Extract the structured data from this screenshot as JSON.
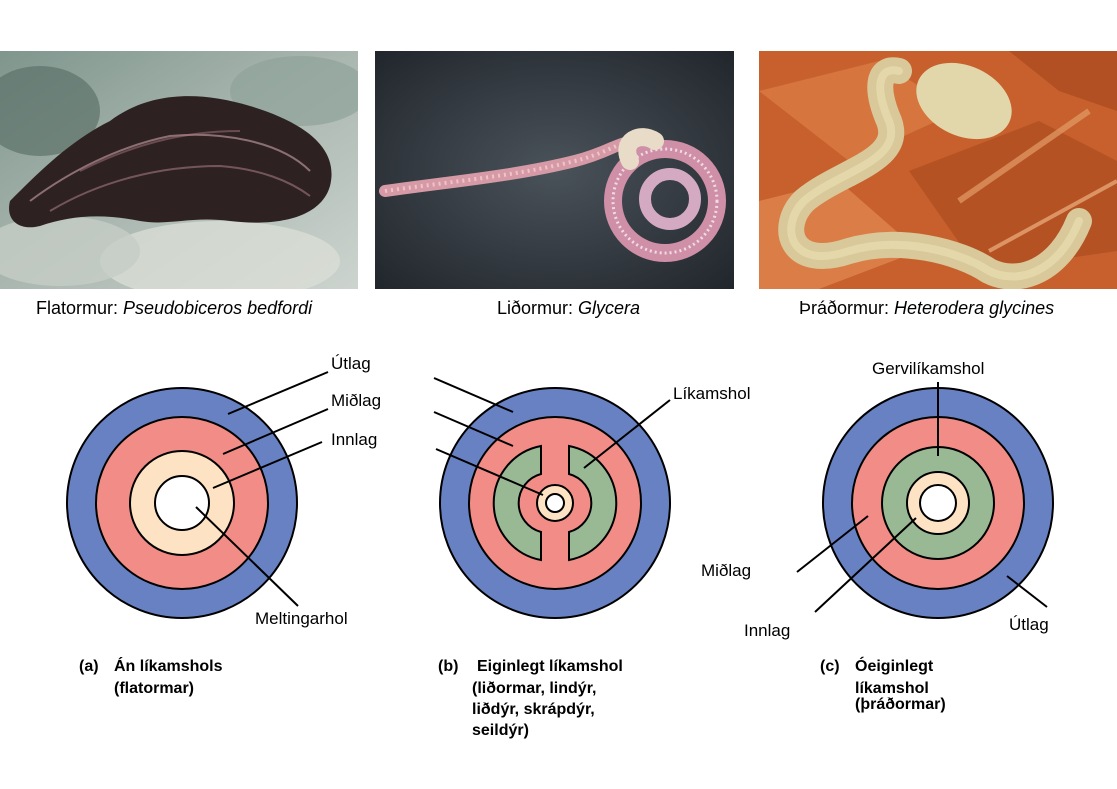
{
  "photos": [
    {
      "caption_prefix": "Flatormur: ",
      "caption_species": "Pseudobiceros bedfordi"
    },
    {
      "caption_prefix": "Liðormur: ",
      "caption_species": "Glycera"
    },
    {
      "caption_prefix": "Þráðormur: ",
      "caption_species": "Heterodera glycines"
    }
  ],
  "colors": {
    "ectoderm": "#6781c3",
    "mesoderm": "#f28c86",
    "endoderm": "#fde3c3",
    "coelom": "#98b994",
    "gut": "#ffffff"
  },
  "diagram_a": {
    "label_utlag": "Útlag",
    "label_midlag": "Miðlag",
    "label_innlag": "Innlag",
    "label_meltingarhol": "Meltingarhol",
    "caption_letter": "(a)",
    "caption_line1": "Án líkamshols",
    "caption_line2": "(flatormar)"
  },
  "diagram_b": {
    "label_likamshol": "Líkamshol",
    "caption_letter": "(b)",
    "caption_line1": "Eiginlegt líkamshol",
    "caption_line2": "(liðormar, lindýr,",
    "caption_line3": "liðdýr, skrápdýr,",
    "caption_line4": "seildýr)"
  },
  "diagram_c": {
    "label_gervilikamshol": "Gervilíkamshol",
    "label_midlag": "Miðlag",
    "label_innlag": "Innlag",
    "label_utlag": "Útlag",
    "caption_letter": "(c)",
    "caption_line1": "Óeiginlegt",
    "caption_line2": "líkamshol",
    "caption_line3": "(þráðormar)"
  }
}
